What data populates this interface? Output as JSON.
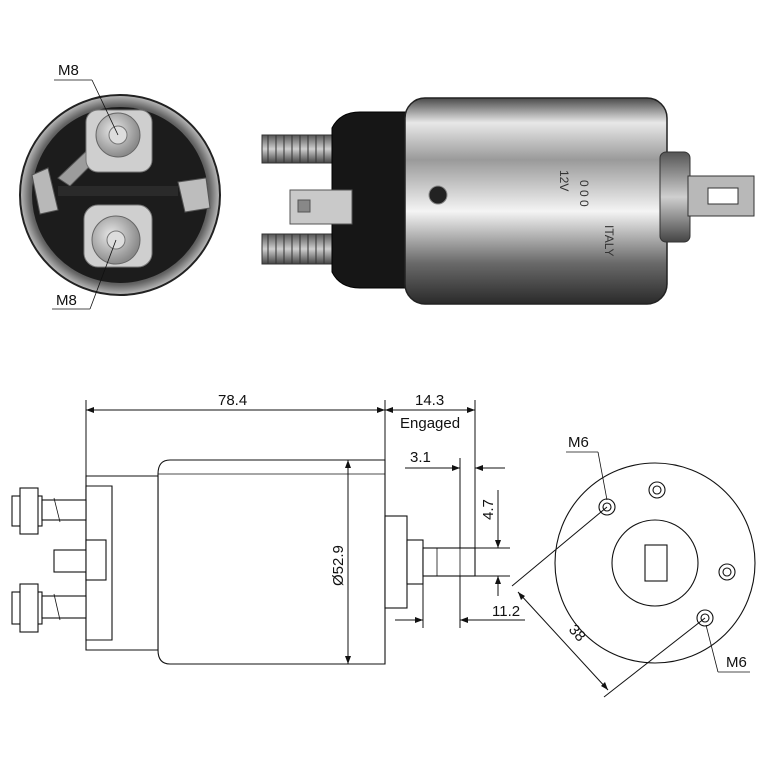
{
  "photo_end_view": {
    "label_top": "M8",
    "label_bottom": "M8"
  },
  "photo_side_view": {
    "embossed_text": [
      "12V",
      "0 0 0",
      "ITALY"
    ]
  },
  "drawing": {
    "dim_length": "78.4",
    "dim_stroke": "14.3",
    "dim_stroke_note": "Engaged",
    "dim_small": "3.1",
    "dim_slot": "4.7",
    "dim_diameter": "Ø52.9",
    "dim_plunger": "11.2",
    "dim_bolt_circle": "38",
    "label_hole_top": "M6",
    "label_hole_bottom": "M6"
  }
}
